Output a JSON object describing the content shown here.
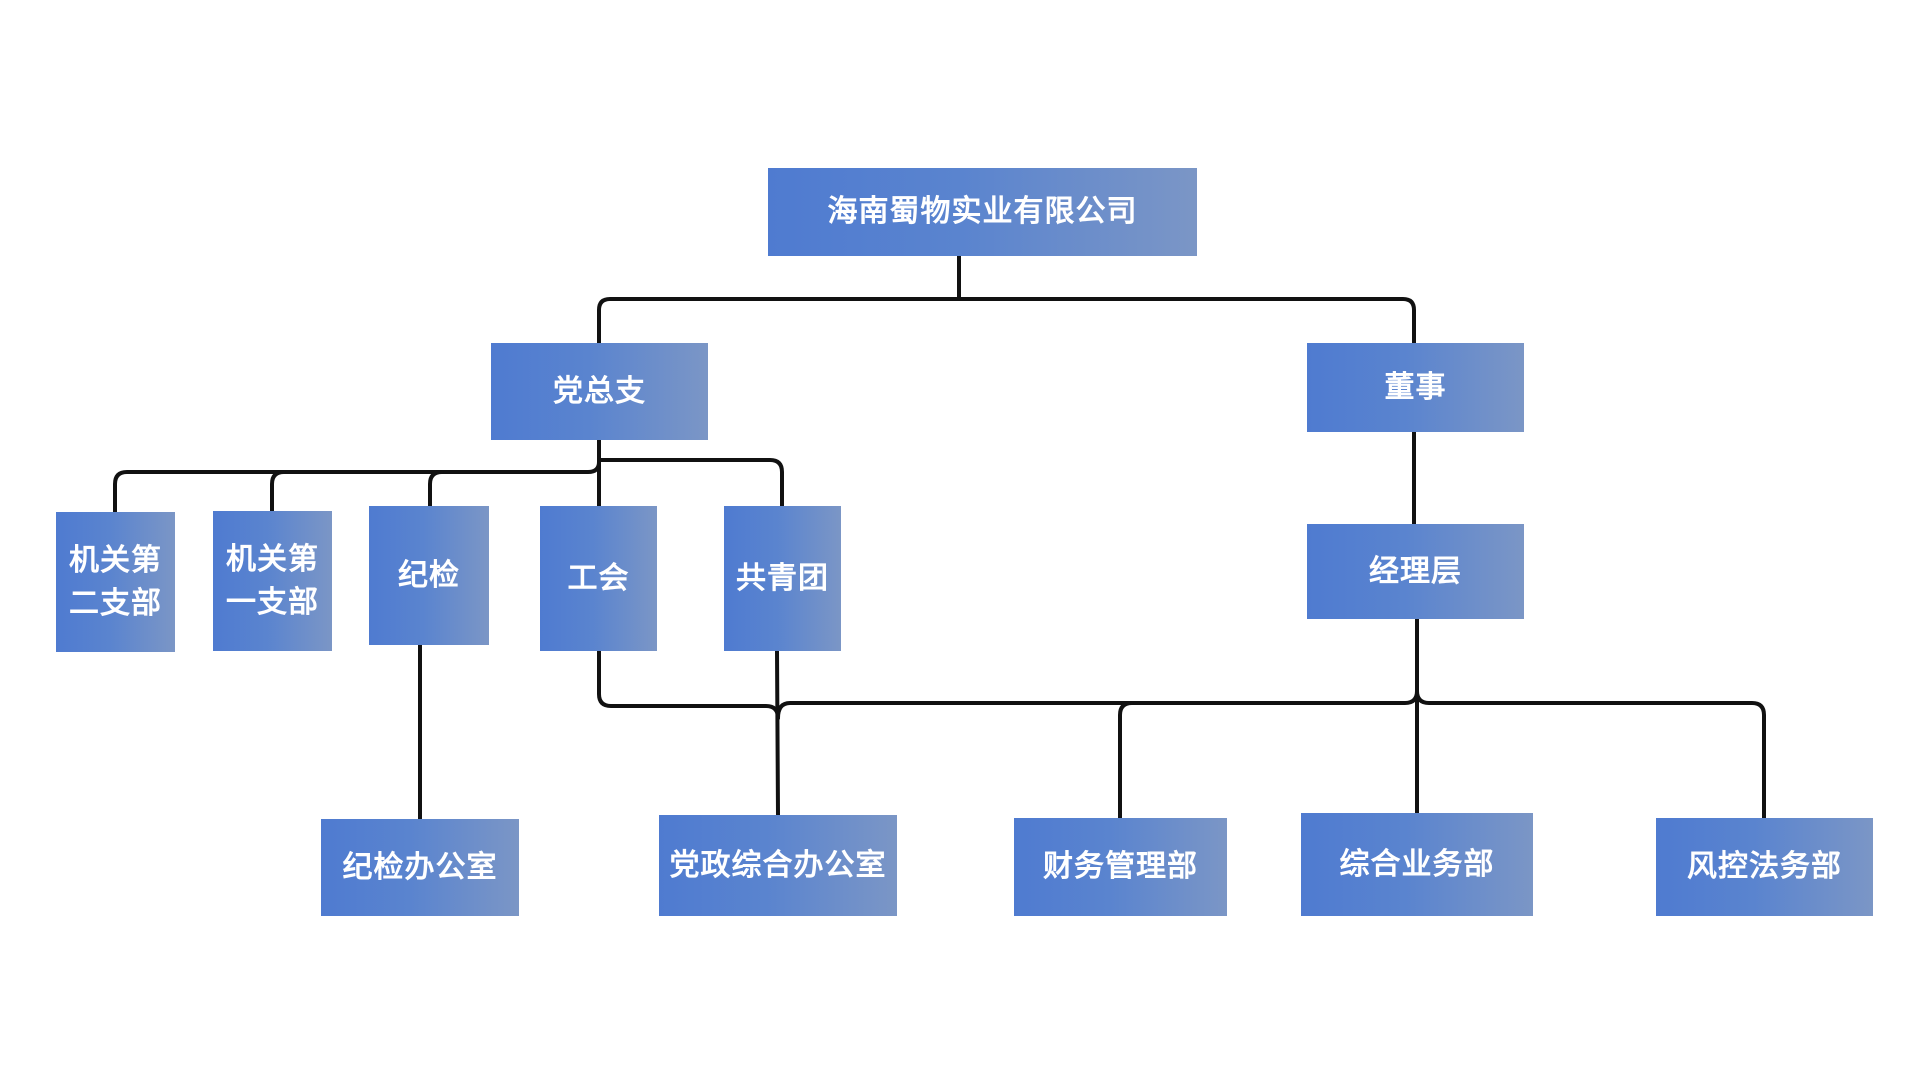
{
  "org_chart": {
    "root": "海南蜀物实业有限公司",
    "party_branch": "党总支",
    "board": "董事",
    "jiguan_branch_2": "机关第二支部",
    "jiguan_branch_1": "机关第一支部",
    "discipline": "纪检",
    "union": "工会",
    "youth_league": "共青团",
    "management": "经理层",
    "discipline_office": "纪检办公室",
    "party_admin_office": "党政综合办公室",
    "finance_dept": "财务管理部",
    "business_dept": "综合业务部",
    "risk_legal_dept": "风控法务部"
  },
  "colors": {
    "box_start": "#4f7bd0",
    "box_end": "#7b96c6",
    "connector": "#111111",
    "text": "#ffffff",
    "background": "#ffffff"
  }
}
